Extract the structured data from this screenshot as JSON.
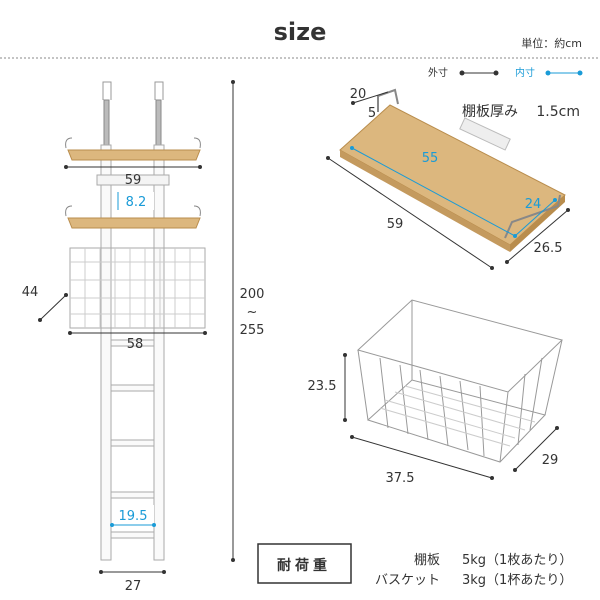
{
  "title": "size",
  "unit": "単位：約cm",
  "legend": {
    "outer": "外寸",
    "inner": "内寸",
    "outer_color": "#333333",
    "inner_color": "#1a9bd7"
  },
  "rack": {
    "shelf_width": "59",
    "shelf_gap": "8.2",
    "basket_depth": "44",
    "basket_width": "58",
    "height_min": "200",
    "height_sep": "~",
    "height_max": "255",
    "inner_width": "19.5",
    "base_width": "27"
  },
  "shelf": {
    "depth_outer": "20",
    "lip": "5",
    "inner_length": "55",
    "inner_depth": "24",
    "length": "59",
    "depth": "26.5",
    "thickness_label": "棚板厚み",
    "thickness": "1.5cm"
  },
  "basket": {
    "height": "23.5",
    "width": "37.5",
    "depth": "29"
  },
  "load": {
    "label": "耐荷重",
    "rows": [
      {
        "item": "棚板",
        "value": "5kg（1枚あたり）"
      },
      {
        "item": "バスケット",
        "value": "3kg（1杯あたり）"
      }
    ]
  },
  "colors": {
    "wood": "#dcb77e",
    "wood_edge": "#b98d4d",
    "frame": "#f4f4f4",
    "blue": "#1a9bd7"
  }
}
